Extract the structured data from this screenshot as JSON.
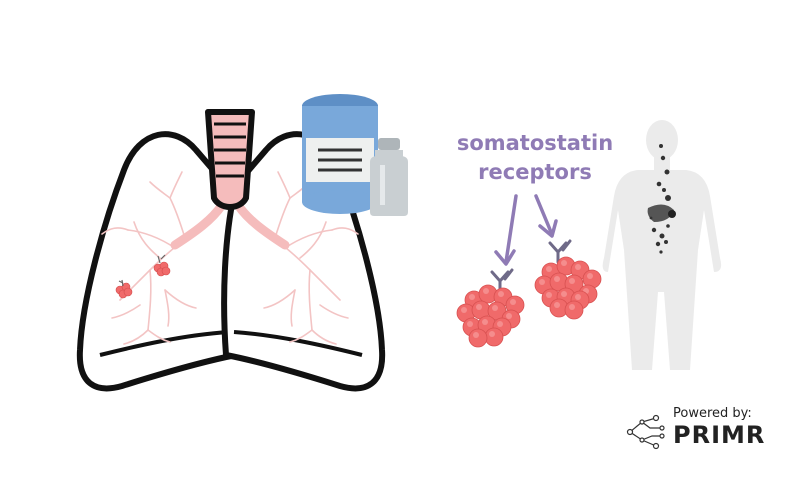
{
  "diagram": {
    "label_line_1": "somatostatin",
    "label_line_2": "receptors"
  },
  "branding": {
    "prefix": "Powered by:",
    "name": "PRIMR"
  },
  "colors": {
    "label_purple": "#8f7bb5",
    "tumor_red": "#f06a6a",
    "airway_pink": "#f5bcbc",
    "lung_outline": "#111111",
    "bottle_blue": "#79a8da",
    "vial_grey": "#c9cfd2",
    "silhouette_grey": "#ebebeb"
  }
}
